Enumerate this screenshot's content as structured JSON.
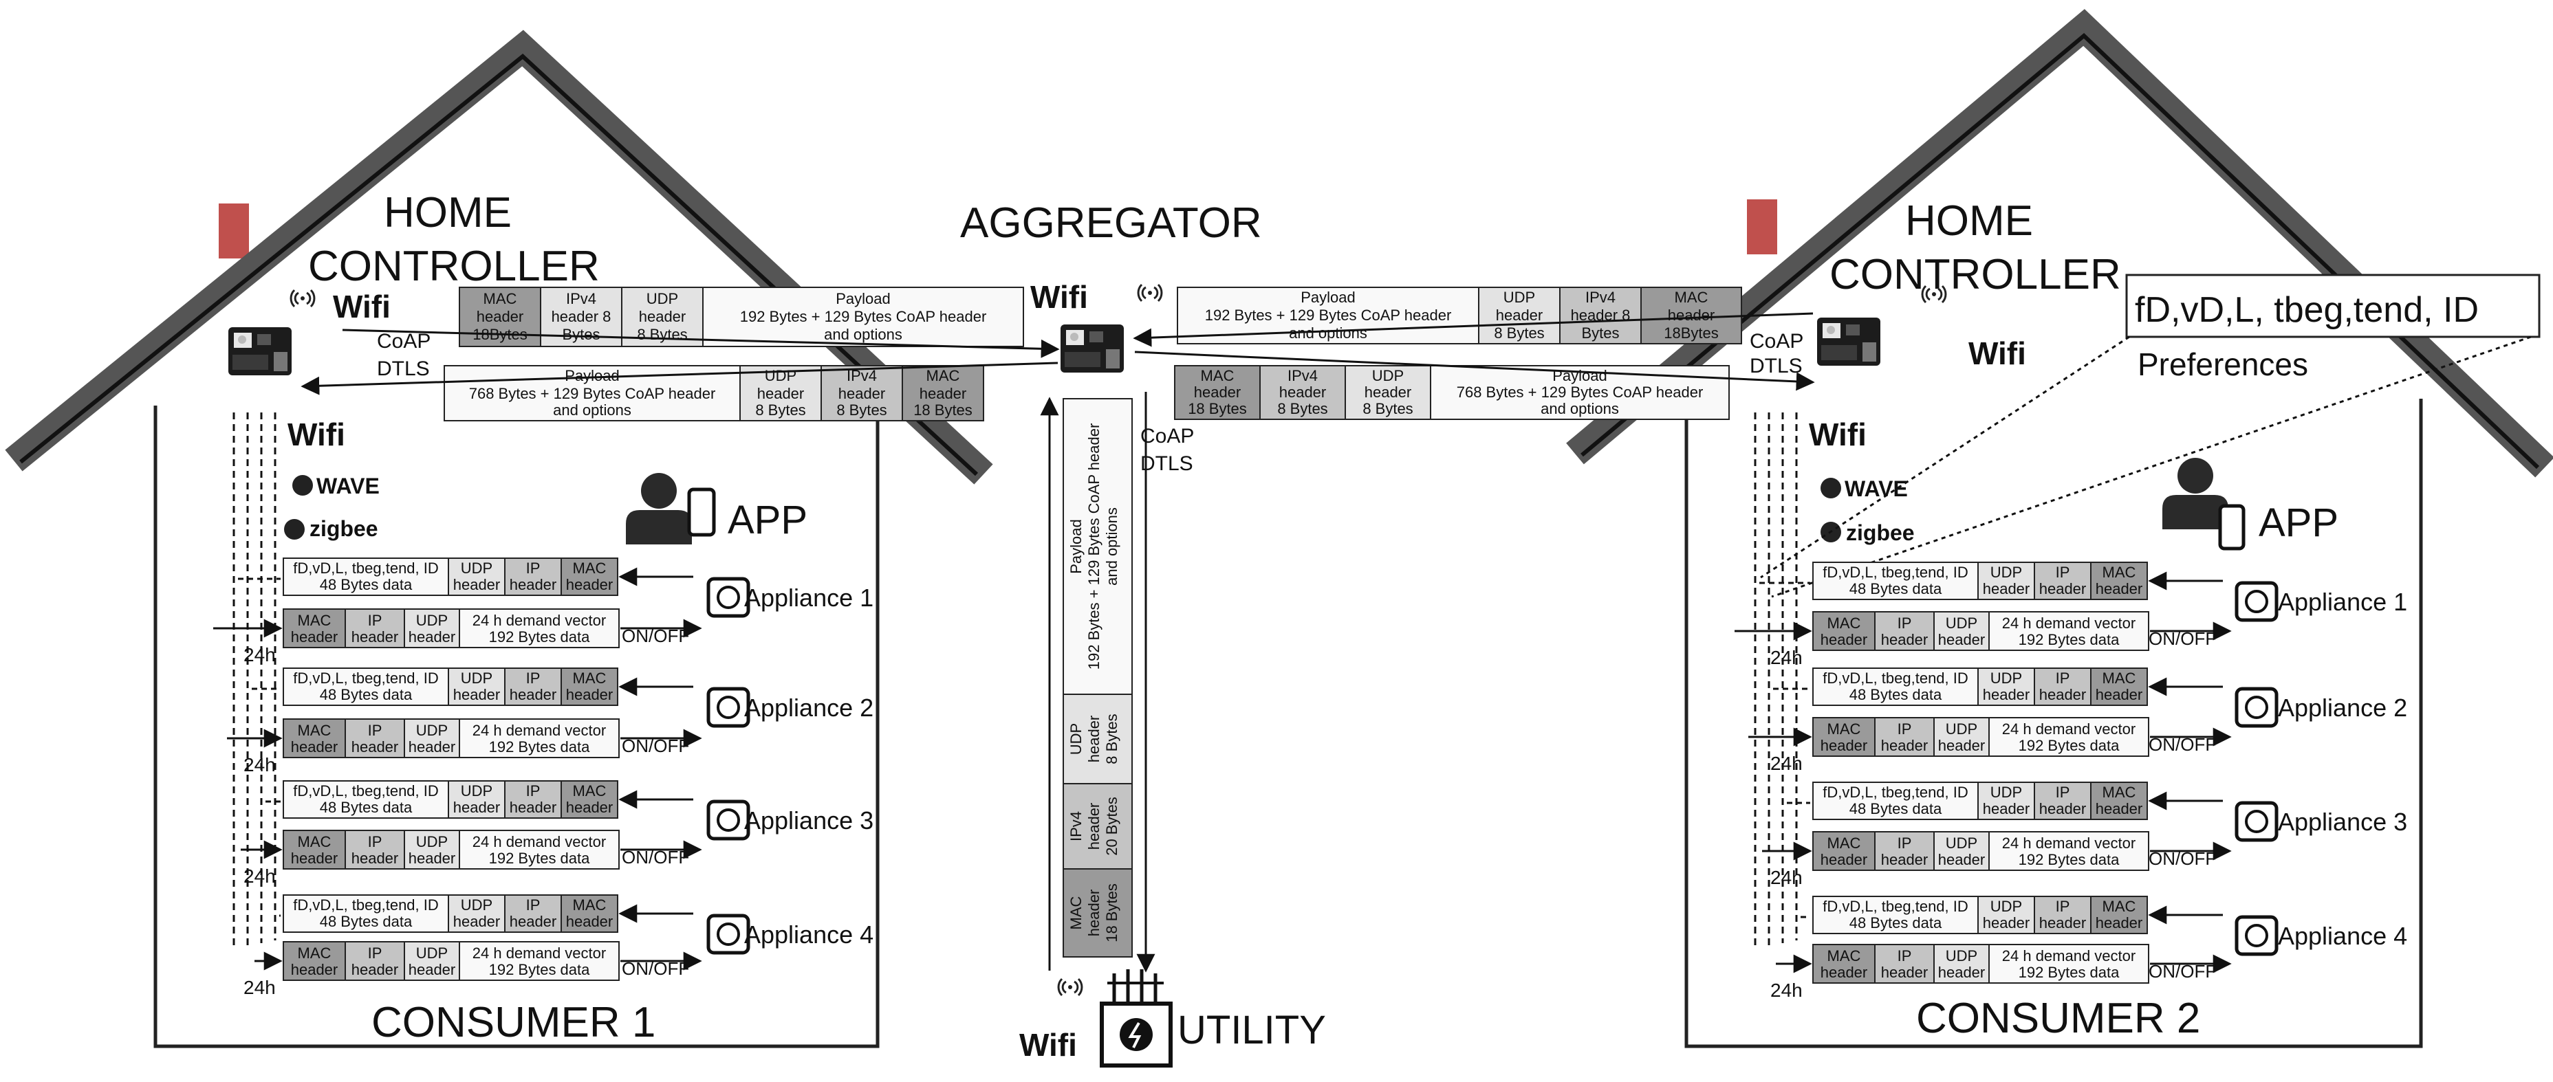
{
  "titles": {
    "aggregator": "AGGREGATOR",
    "utility": "UTILITY",
    "consumer1": "CONSUMER 1",
    "consumer2": "CONSUMER 2",
    "home_controller_line1": "HOME",
    "home_controller_line2": "CONTROLLER",
    "app": "APP",
    "preferences": "Preferences",
    "pref_vars": "fD,vD,L, tbeg,tend, ID"
  },
  "protocols": {
    "coap": "CoAP",
    "dtls": "DTLS",
    "wifi": "Wifi",
    "zwave": "WAVE",
    "zigbee": "zigbee",
    "on_off": "ON/OFF",
    "h24": "24h"
  },
  "packet_up": {
    "mac": [
      "MAC",
      "header",
      "18Bytes"
    ],
    "ipv4": [
      "IPv4",
      "header  8",
      "Bytes"
    ],
    "udp": [
      "UDP",
      "header",
      "8 Bytes"
    ],
    "payload": [
      "Payload",
      "192 Bytes + 129 Bytes CoAP header",
      "and options"
    ]
  },
  "packet_down": {
    "payload": [
      "Payload",
      "768 Bytes + 129 Bytes CoAP header",
      "and options"
    ],
    "udp": [
      "UDP",
      "header",
      "8 Bytes"
    ],
    "ipv4": [
      "IPv4",
      "header",
      "8 Bytes"
    ],
    "mac": [
      "MAC",
      "header",
      "18 Bytes"
    ]
  },
  "packet_vertical": {
    "payload": [
      "Payload",
      "192 Bytes + 129 Bytes CoAP header",
      "and options"
    ],
    "udp": [
      "UDP",
      "header",
      "8 Bytes"
    ],
    "ipv4": [
      "IPv4",
      "header",
      "20 Bytes"
    ],
    "mac": [
      "MAC",
      "header",
      "18 Bytes"
    ]
  },
  "appliance_packets": {
    "pref_data": [
      "fD,vD,L, tbeg,tend, ID",
      "48 Bytes data"
    ],
    "demand_data": [
      "24 h demand vector",
      "192 Bytes data"
    ],
    "udp": [
      "UDP",
      "header"
    ],
    "ip": [
      "IP",
      "header"
    ],
    "mac": [
      "MAC",
      "header"
    ]
  },
  "consumer1_appliances": [
    "Appliance 1",
    "Appliance 2",
    "Appliance 3",
    "Appliance 4"
  ],
  "consumer2_appliances": [
    "Appliance 1",
    "Appliance 2",
    "Appliance 3",
    "Appliance 4"
  ]
}
